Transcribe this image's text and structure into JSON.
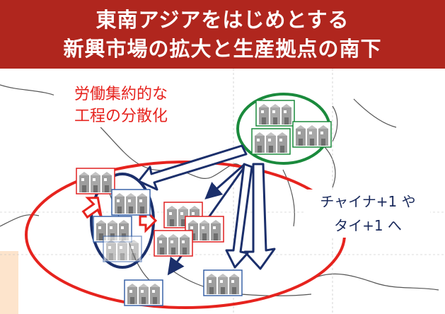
{
  "title": {
    "line1": "東南アジアをはじめとする",
    "line2": "新興市場の拡大と生産拠点の南下"
  },
  "labels": {
    "dispersion_line1": "労働集約的な",
    "dispersion_line2": "工程の分散化",
    "strategy_line1": "チャイナ+1 や",
    "strategy_line2": "タイ+1 へ"
  },
  "colors": {
    "banner": "#b0261e",
    "red_label": "#e6231e",
    "green_ellipse": "#1a8a3c",
    "navy": "#1b2f6b",
    "factory_gray": "#9e9e9e",
    "factory_red_border": "#e02020",
    "factory_blue_border": "#3a64a8"
  },
  "icons": {
    "factory": "factory-icon",
    "arrow": "arrow-icon"
  }
}
